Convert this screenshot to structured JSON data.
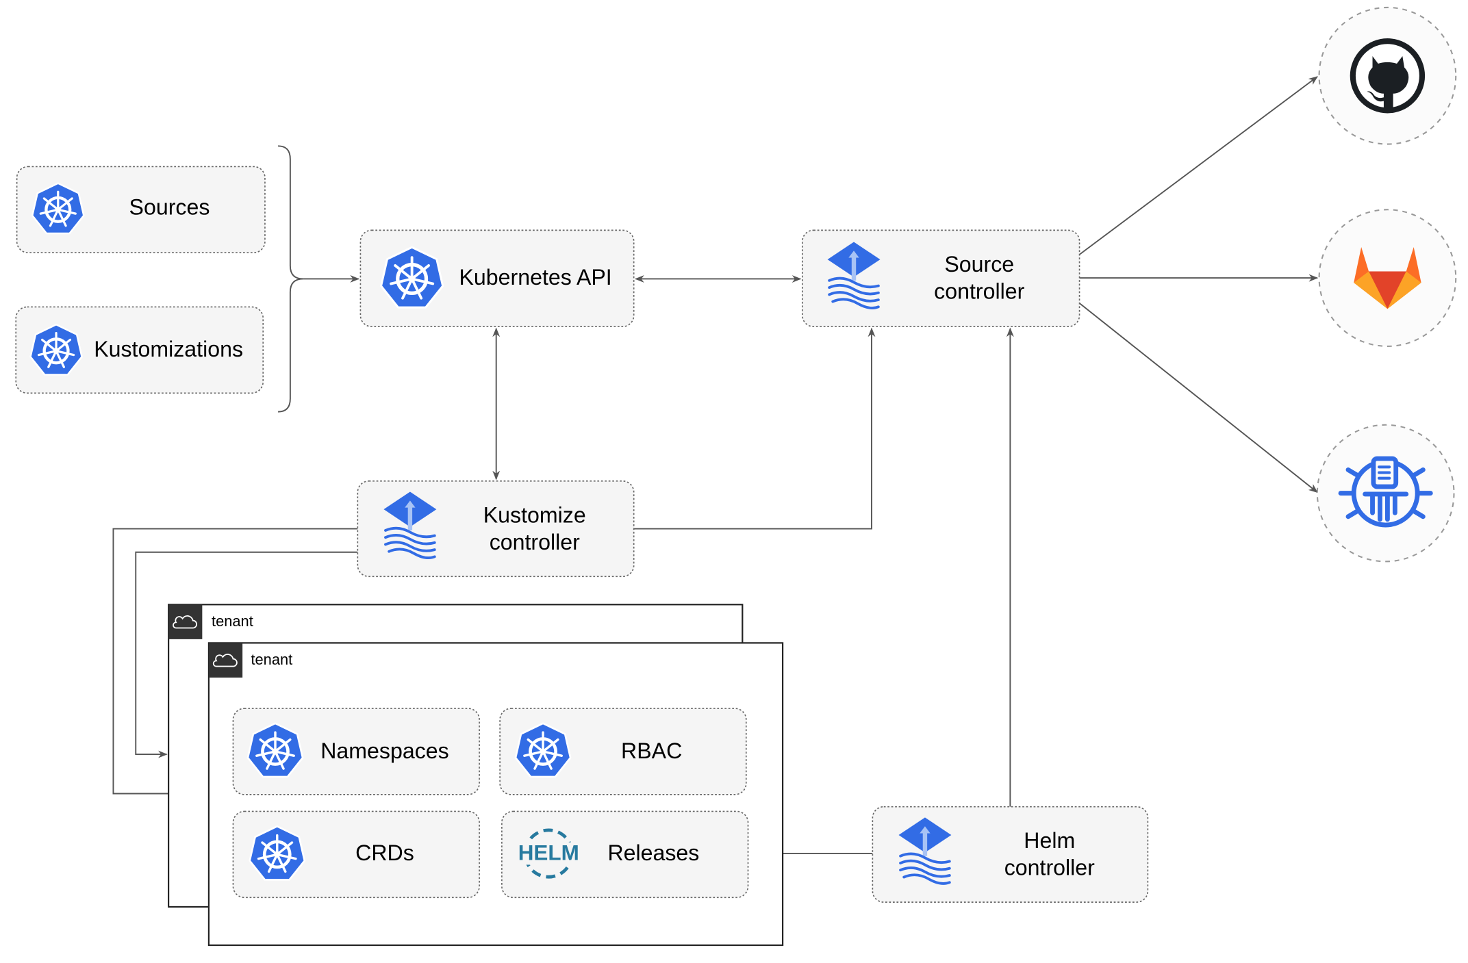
{
  "nodes": {
    "sources": "Sources",
    "kustomizations": "Kustomizations",
    "kubernetes_api": "Kubernetes API",
    "source_controller": [
      "Source",
      "controller"
    ],
    "kustomize_controller": [
      "Kustomize",
      "controller"
    ],
    "helm_controller": [
      "Helm",
      "controller"
    ],
    "namespaces": "Namespaces",
    "rbac": "RBAC",
    "crds": "CRDs",
    "releases": "Releases"
  },
  "tenants": [
    "tenant",
    "tenant"
  ],
  "helm_logo_text": "HELM",
  "external_sources": [
    "github-icon",
    "gitlab-icon",
    "bucket-icon"
  ],
  "colors": {
    "kubernetes": "#326CE5",
    "flux": "#326CE5",
    "helm": "#277A9F",
    "gitlab": "#E24329",
    "github": "#1B1F23"
  }
}
